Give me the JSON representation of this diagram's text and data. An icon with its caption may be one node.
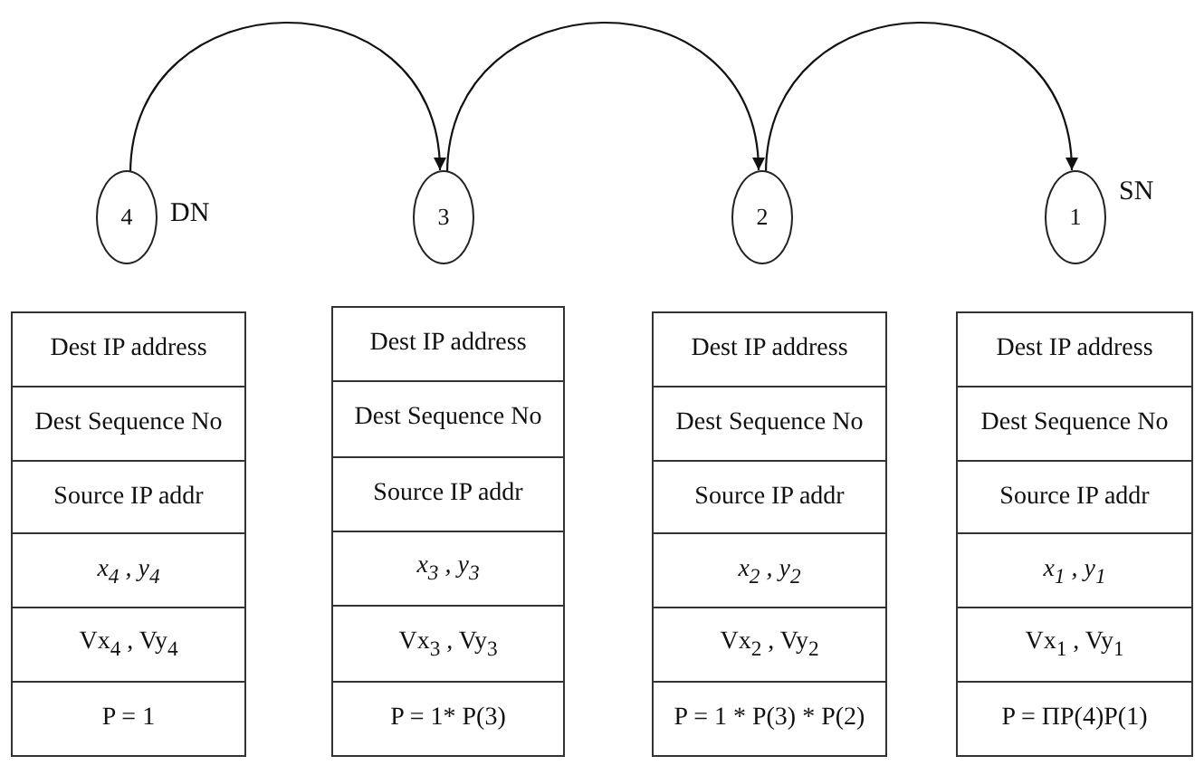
{
  "diagram": {
    "nodes": [
      {
        "text": [
          "4"
        ],
        "beside": [
          "DN"
        ]
      },
      {
        "text": [
          "3"
        ]
      },
      {
        "text": [
          "2"
        ]
      },
      {
        "text": [
          "1"
        ],
        "beside": [
          "SN"
        ]
      },
      {
        "text": [
          "Dest IP address",
          "Dest Sequence No",
          "Source IP addr",
          "x$_{4}$ , y$_{4}$",
          "Vx$_{4}$ , Vy$_{4}$",
          "P = 1"
        ]
      },
      {
        "text": [
          "Dest IP address",
          "Dest Sequence No",
          "Source IP addr",
          "x$_{3}$ , y$_{3}$",
          "Vx$_{3}$ , Vy$_{3}$",
          "P = 1* P(3)"
        ]
      },
      {
        "text": [
          "Dest IP address",
          "Dest Sequence No",
          "Source IP addr",
          "x$_{2}$ , y$_{2}$",
          "Vx$_{2}$ , Vy$_{2}$",
          "P = 1 * P(3) * P(2)"
        ]
      },
      {
        "text": [
          "Dest IP address",
          "Dest Sequence No",
          "Source IP addr",
          "x$_{1}$ , y$_{1}$",
          "Vx$_{1}$ , Vy$_{1}$",
          "P = ΠP(4)P(1)"
        ]
      }
    ],
    "edges": [
      {
        "from": 0,
        "to": 1,
        "arrow": "to"
      },
      {
        "from": 1,
        "to": 2,
        "arrow": "to"
      },
      {
        "from": 2,
        "to": 3,
        "arrow": "to"
      }
    ]
  }
}
